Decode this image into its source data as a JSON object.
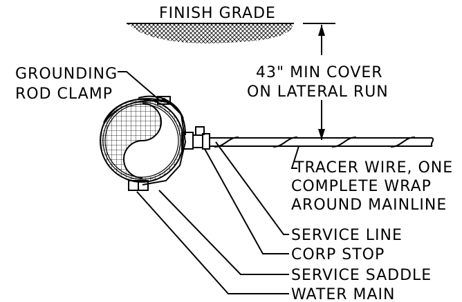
{
  "labels": {
    "finish_grade": "FINISH GRADE",
    "cover_line1": "43\" MIN COVER",
    "cover_line2": "ON LATERAL RUN",
    "grounding_line1": "GROUNDING",
    "grounding_line2": "ROD CLAMP",
    "tracer_line1": "TRACER WIRE, ONE",
    "tracer_line2": "COMPLETE WRAP",
    "tracer_line3": "AROUND MAINLINE",
    "service_line": "SERVICE LINE",
    "corp_stop": "CORP STOP",
    "service_saddle": "SERVICE SADDLE",
    "water_main": "WATER MAIN"
  },
  "colors": {
    "ink": "#000000",
    "background": "#ffffff"
  }
}
